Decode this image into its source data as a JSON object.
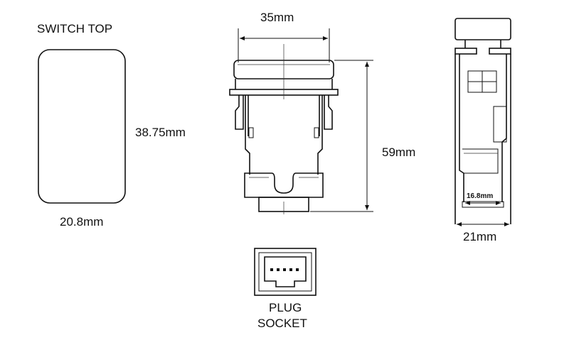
{
  "labels": {
    "switch_top": "SWITCH TOP",
    "height_switch_top": "38.75mm",
    "width_switch_top": "20.8mm",
    "width_front": "35mm",
    "height_front": "59mm",
    "inner_width_side": "16.8mm",
    "width_side": "21mm",
    "plug_line1": "PLUG",
    "plug_line2": "SOCKET"
  },
  "colors": {
    "line": "#111111",
    "background": "#ffffff"
  }
}
